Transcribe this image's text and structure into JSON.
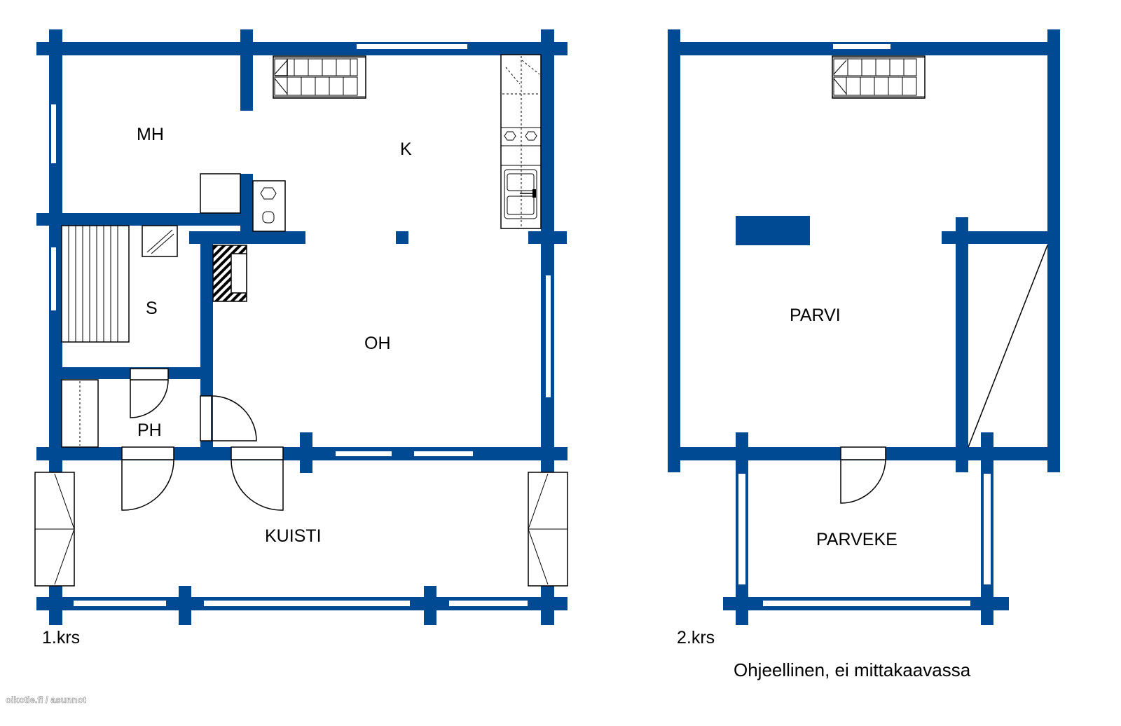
{
  "colors": {
    "wall": "#004a93",
    "background": "#ffffff",
    "fixture_line": "#000000"
  },
  "floor1": {
    "label": "1.krs",
    "rooms": {
      "mh": "MH",
      "k": "K",
      "s": "S",
      "oh": "OH",
      "ph": "PH",
      "kuisti": "KUISTI"
    }
  },
  "floor2": {
    "label": "2.krs",
    "rooms": {
      "parvi": "PARVI",
      "parveke": "PARVEKE"
    }
  },
  "note": "Ohjeellinen, ei mittakaavassa",
  "watermark": "oikotie.fi / asunnot",
  "icons": [
    "stair-icon",
    "stove-icon",
    "sink-icon",
    "fireplace-icon",
    "sauna-bench-icon",
    "door-swing-icon"
  ]
}
